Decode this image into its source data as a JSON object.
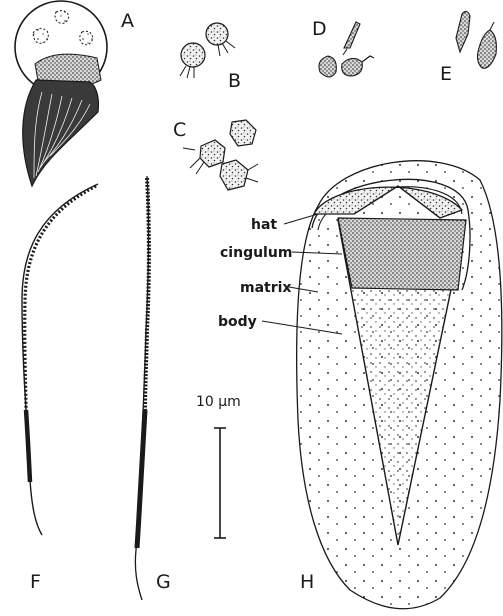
{
  "figure": {
    "panel_labels": [
      "A",
      "B",
      "C",
      "D",
      "E",
      "F",
      "G",
      "H"
    ],
    "part_labels": [
      "hat",
      "cingulum",
      "matrix",
      "body"
    ],
    "scale_bar": "10 µm"
  },
  "colors": {
    "ink": "#1a1a1a",
    "paper": "#ffffff",
    "stipple_light": "#cfcfcf",
    "stipple_dark": "#9a9a9a"
  }
}
